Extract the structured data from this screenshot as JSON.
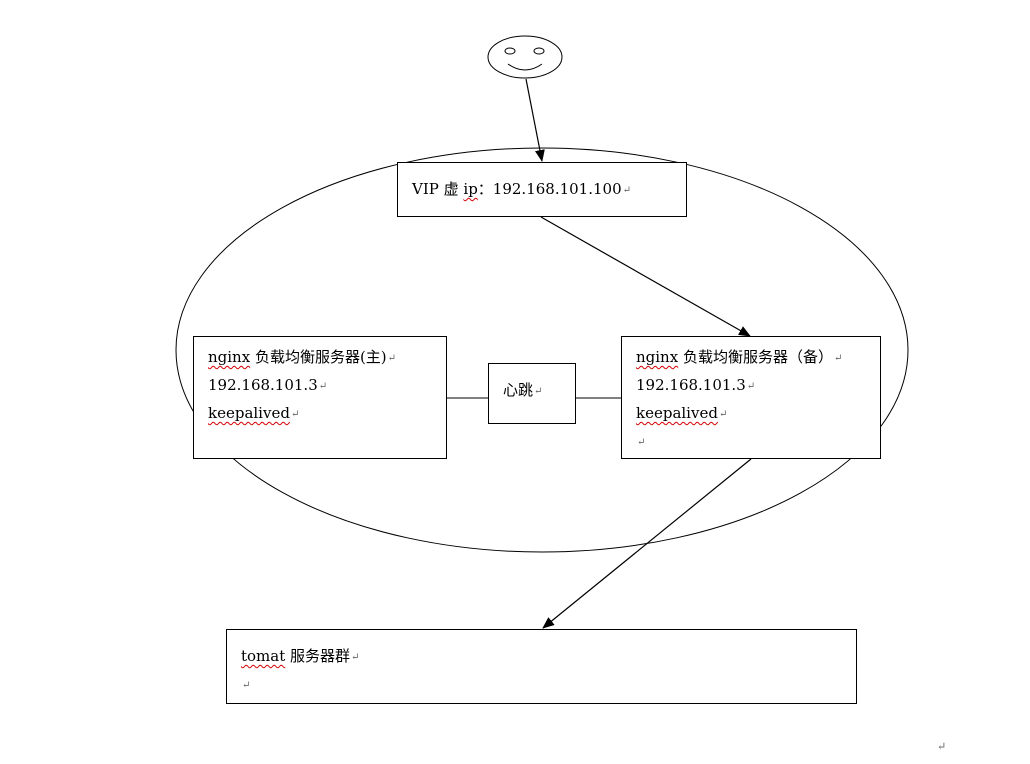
{
  "vip": {
    "label": "VIP 虚 ",
    "ip_word": "ip",
    "value": "：192.168.101.100"
  },
  "master": {
    "name_word": "nginx",
    "title": " 负载均衡服务器(主)",
    "ip": "192.168.101.3",
    "software": "keepalived"
  },
  "backup": {
    "name_word": "nginx",
    "title": " 负载均衡服务器（备）",
    "ip": "192.168.101.3",
    "software": "keepalived"
  },
  "heartbeat": {
    "label": "心跳"
  },
  "tomcat": {
    "name_word": "tomat",
    "title": " 服务器群"
  },
  "paragraph_mark": "↵",
  "colors": {
    "stroke": "#000000",
    "spellcheck_underline": "#d40000"
  },
  "icons": {
    "user": "smiley-face-icon"
  }
}
